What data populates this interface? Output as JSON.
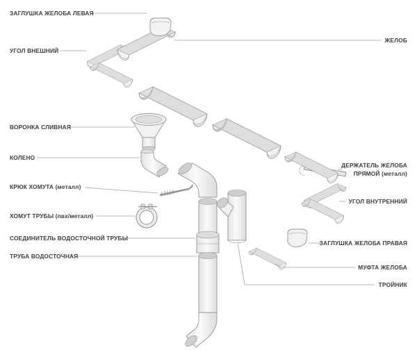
{
  "diagram": {
    "type": "exploded-parts-diagram",
    "subject": "gutter-downpipe-system",
    "colors": {
      "outline": "#949494",
      "fill_light": "#f2f2f2",
      "fill_shadow": "#dedede",
      "leader_line": "#a3a3a3",
      "label_text": "#3c3c3c",
      "background": "#ffffff"
    },
    "labels_left": [
      {
        "id": "gutter-end-cap-left",
        "text": "ЗАГЛУШКА ЖЕЛОБА ЛЕВАЯ"
      },
      {
        "id": "outer-corner",
        "text": "УГОЛ ВНЕШНИЙ"
      },
      {
        "id": "drain-funnel",
        "text": "ВОРОНКА СЛИВНАЯ"
      },
      {
        "id": "elbow",
        "text": "КОЛЕНО"
      },
      {
        "id": "clamp-hook",
        "text": "КРЮК ХОМУТА (металл)"
      },
      {
        "id": "pipe-clamp",
        "text": "ХОМУТ ТРУБЫ (пвх/металл)"
      },
      {
        "id": "downpipe-connector",
        "text": "СОЕДИНИТЕЛЬ ВОДОСТОЧНОЙ ТРУБЫ"
      },
      {
        "id": "downpipe",
        "text": "ТРУБА ВОДОСТОЧНАЯ"
      }
    ],
    "labels_right": [
      {
        "id": "gutter",
        "text": "ЖЕЛОБ"
      },
      {
        "id": "gutter-holder-line1",
        "text": "ДЕРЖАТЕЛЬ ЖЕЛОБА"
      },
      {
        "id": "gutter-holder-line2",
        "text": "ПРЯМОЙ (металл)"
      },
      {
        "id": "inner-corner",
        "text": "УГОЛ ВНУТРЕННИЙ"
      },
      {
        "id": "gutter-end-cap-right",
        "text": "ЗАГЛУШКА ЖЕЛОБА ПРАВАЯ"
      },
      {
        "id": "gutter-coupling",
        "text": "МУФТА ЖЕЛОБА"
      },
      {
        "id": "tee",
        "text": "ТРОЙНИК"
      }
    ]
  }
}
